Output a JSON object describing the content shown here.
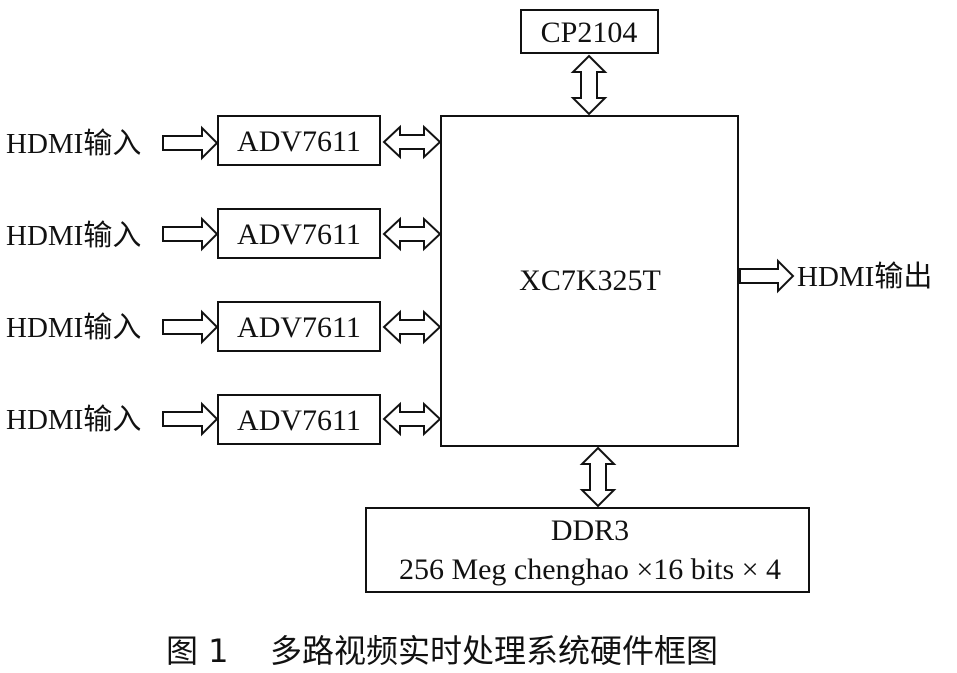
{
  "diagram": {
    "usb_chip": "CP2104",
    "fpga": "XC7K325T",
    "decoders": [
      {
        "input_label": "HDMI输入",
        "chip": "ADV7611"
      },
      {
        "input_label": "HDMI输入",
        "chip": "ADV7611"
      },
      {
        "input_label": "HDMI输入",
        "chip": "ADV7611"
      },
      {
        "input_label": "HDMI输入",
        "chip": "ADV7611"
      }
    ],
    "output_label": "HDMI输出",
    "memory": {
      "name": "DDR3",
      "spec": "256 Meg chenghao ×16 bits × 4"
    }
  },
  "caption": {
    "number": "图 1",
    "text": "多路视频实时处理系统硬件框图"
  }
}
